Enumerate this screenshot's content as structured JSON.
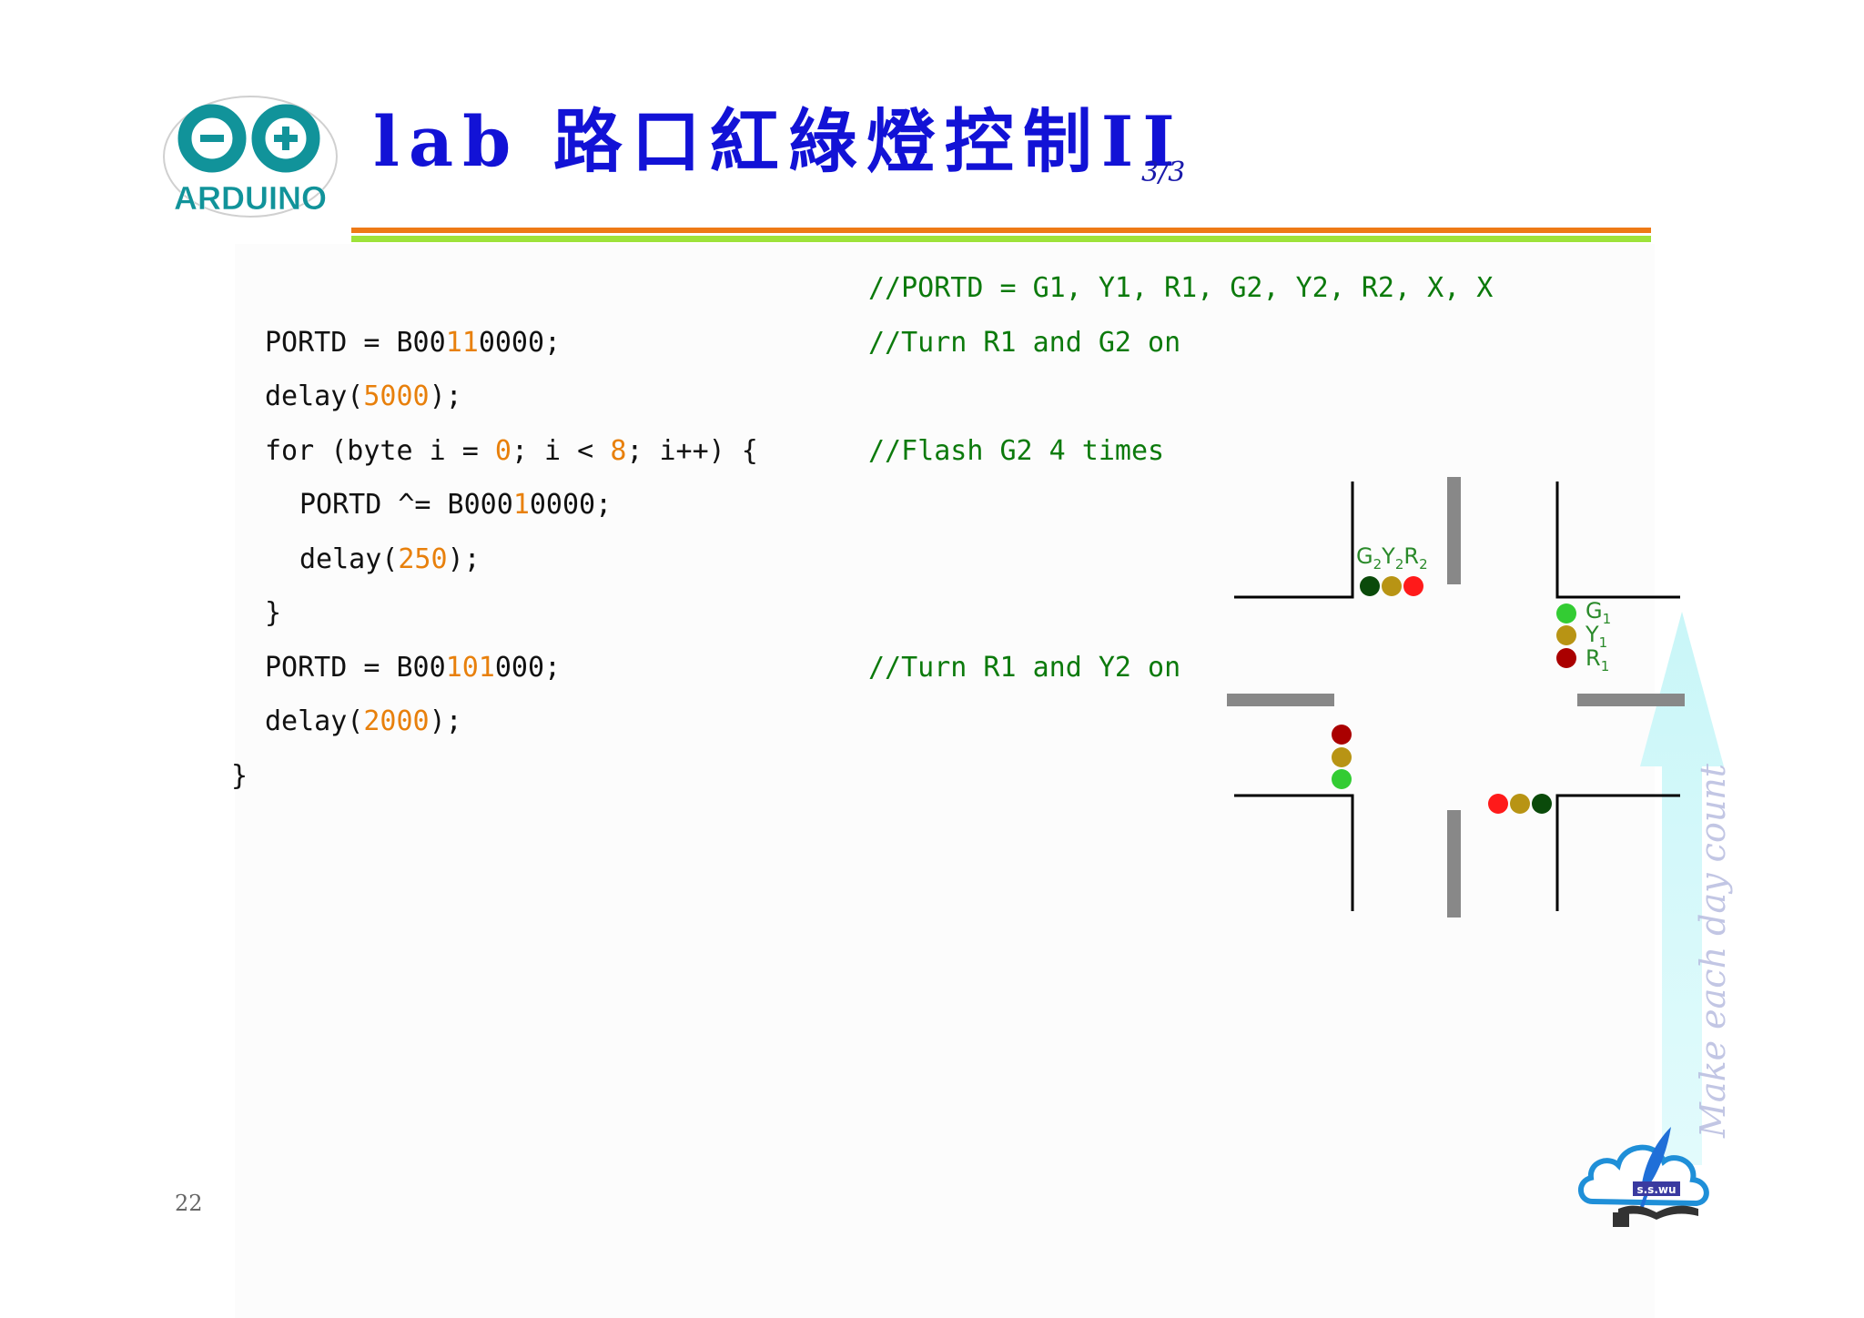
{
  "title": {
    "main": "lab 路口紅綠燈控制II",
    "sub": "3/3"
  },
  "logo": {
    "text": "ARDUINO"
  },
  "comments": {
    "portd_map": "//PORTD = G1, Y1, R1, G2, Y2, R2, X, X",
    "turn_r1_g2": "//Turn R1 and G2 on",
    "flash_g2": "//Flash G2 4 times",
    "turn_r1_y2": "//Turn R1 and Y2 on"
  },
  "code": {
    "line1": {
      "pre": "PORTD = B00",
      "hi": "11",
      "post": "0000;"
    },
    "line2": {
      "pre": "delay(",
      "hi": "5000",
      "post": ");"
    },
    "line3": {
      "pre_a": "for (byte i = ",
      "hi_a": "0",
      "mid": "; i < ",
      "hi_b": "8",
      "post": "; i++) {"
    },
    "line4": {
      "pre": "PORTD ^= B000",
      "hi": "1",
      "post": "0000;"
    },
    "line5": {
      "pre": "delay(",
      "hi": "250",
      "post": ");"
    },
    "line6": "}",
    "line7": {
      "pre": "PORTD = B00",
      "hi": "101",
      "post": "000;"
    },
    "line8": {
      "pre": "delay(",
      "hi": "2000",
      "post": ");"
    },
    "line9": "}"
  },
  "diagram": {
    "label_top": {
      "g": "G",
      "g_sub": "2",
      "y": "Y",
      "y_sub": "2",
      "r": "R",
      "r_sub": "2"
    },
    "label_right": {
      "g": "G",
      "g_sub": "1",
      "y": "Y",
      "y_sub": "1",
      "r": "R",
      "r_sub": "1"
    },
    "colors": {
      "green_bright": "#33cc33",
      "green_dark": "#0a4a0a",
      "yellow": "#b89414",
      "red_bright": "#ff1a1a",
      "red_dark": "#aa0000",
      "label_green": "#2a8a2a"
    }
  },
  "watermark": "Make each day count",
  "badge": {
    "text": "s.s.wu"
  },
  "page_number": "22"
}
